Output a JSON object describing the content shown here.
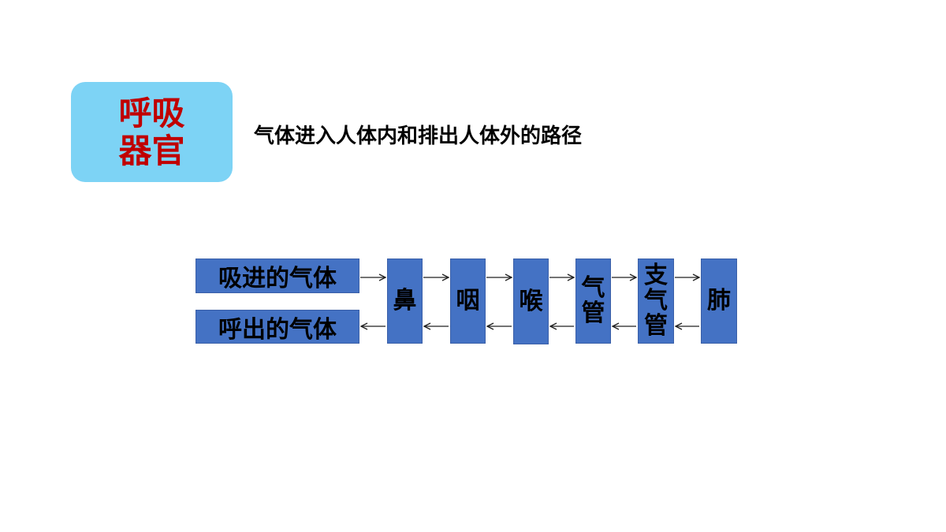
{
  "title": {
    "line1": "呼吸",
    "line2": "器官"
  },
  "subtitle": "气体进入人体内和排出人体外的路径",
  "flow": {
    "inhale_label": "吸进的气体",
    "exhale_label": "呼出的气体",
    "organs": [
      {
        "name": "鼻",
        "chars": [
          "鼻"
        ]
      },
      {
        "name": "咽",
        "chars": [
          "咽"
        ]
      },
      {
        "name": "喉",
        "chars": [
          "喉"
        ]
      },
      {
        "name": "气管",
        "chars": [
          "气",
          "管"
        ]
      },
      {
        "name": "支气管",
        "chars": [
          "支",
          "气",
          "管"
        ]
      },
      {
        "name": "肺",
        "chars": [
          "肺"
        ]
      }
    ]
  },
  "colors": {
    "box_fill": "#4472c4",
    "title_fill": "#7dd3f5",
    "title_text": "#c00000"
  }
}
